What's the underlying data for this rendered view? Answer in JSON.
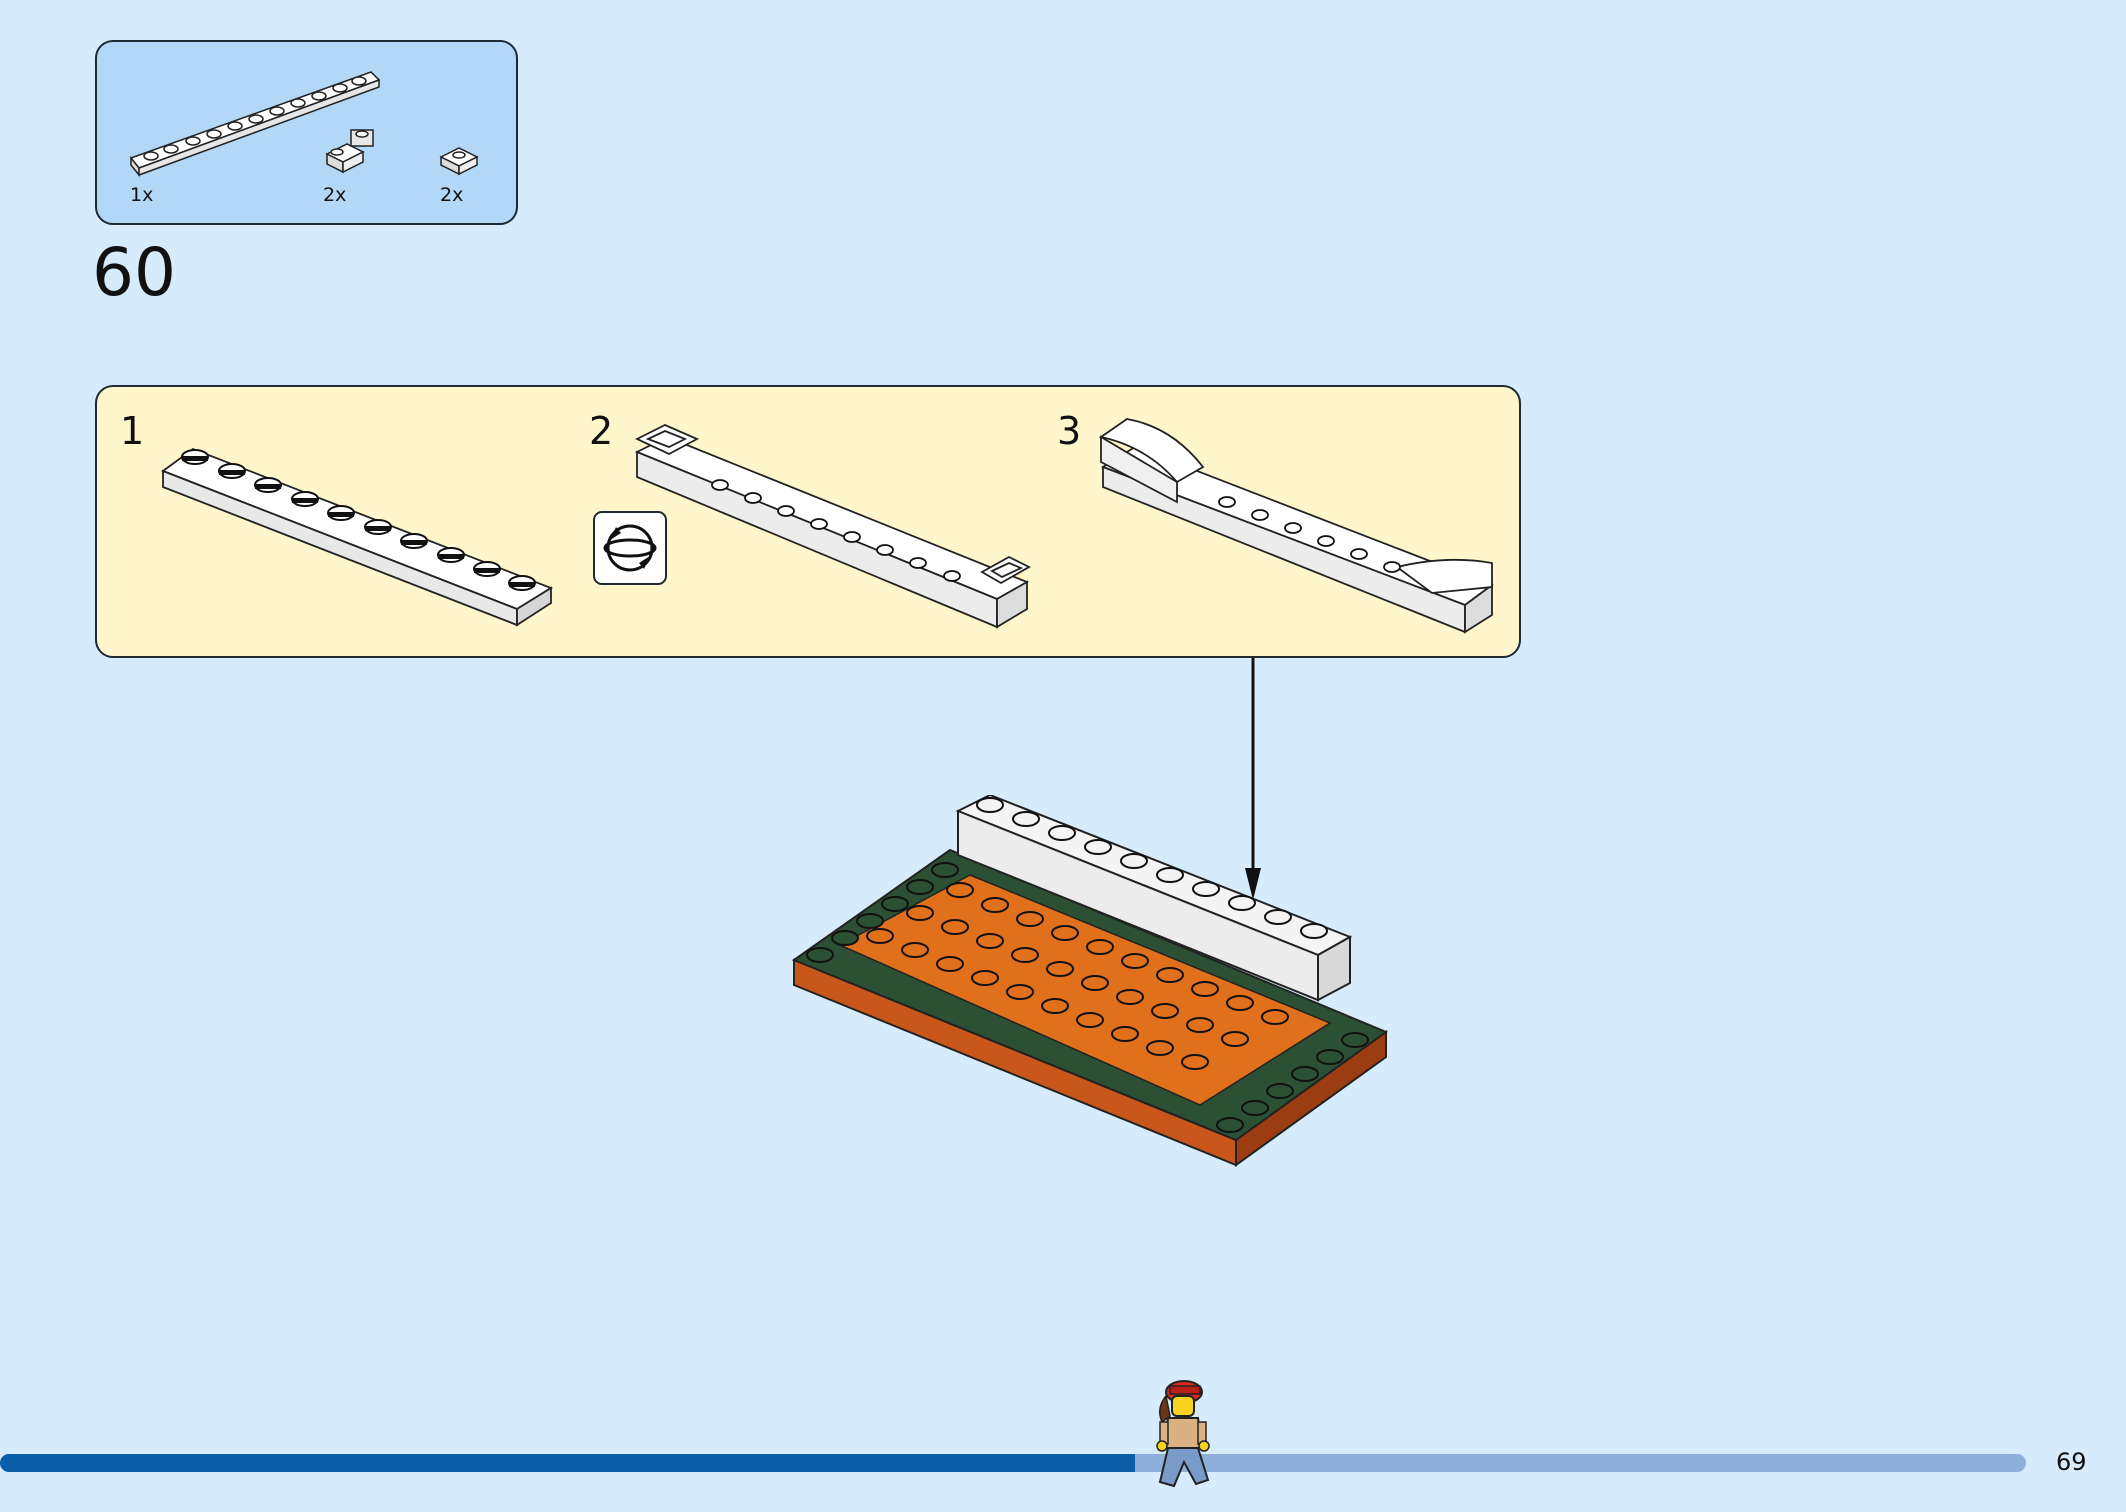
{
  "step": {
    "number": "60"
  },
  "parts_callout": {
    "items": [
      {
        "part": "1x10 white plate",
        "qty": "1x"
      },
      {
        "part": "1x1 white bracket plate",
        "qty": "2x"
      },
      {
        "part": "1x1 white plate",
        "qty": "2x"
      }
    ]
  },
  "sub_steps": [
    {
      "label": "1"
    },
    {
      "label": "2"
    },
    {
      "label": "3"
    }
  ],
  "rotate_icon": {
    "name": "rotate-model-icon"
  },
  "progress": {
    "fraction": 0.56,
    "fill_color": "#0b5fa8",
    "track_color": "#8eaedc"
  },
  "page": {
    "number": "69"
  },
  "colors": {
    "background": "#d6ebfb",
    "callout": "#b3d8f7",
    "subpanel": "#fff6cc",
    "orange": "#e0701c",
    "dark_green": "#2c5034",
    "white_brick": "#f4f4f4"
  }
}
